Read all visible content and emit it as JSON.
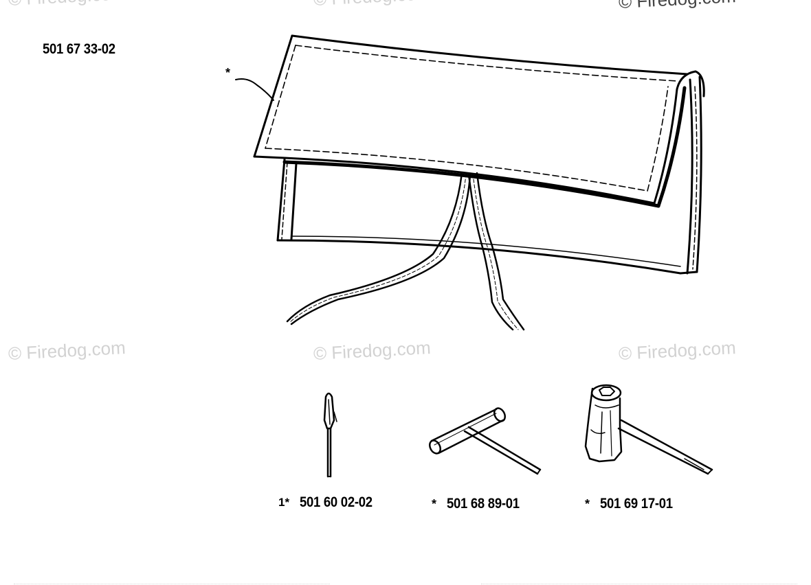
{
  "watermarks": [
    "© Firedog.com",
    "© Firedog.com",
    "© Firedog.com",
    "© Firedog.com",
    "© Firedog.com",
    "© Firedog.com"
  ],
  "parts": {
    "tool_bag": {
      "part_number": "501 67 33-02",
      "callout": "*"
    },
    "screwdriver": {
      "prefix": "1*",
      "part_number": "501 60 02-02"
    },
    "t_wrench": {
      "prefix": "*",
      "part_number": "501 68 89-01"
    },
    "combination_wrench": {
      "prefix": "*",
      "part_number": "501 69 17-01"
    }
  }
}
